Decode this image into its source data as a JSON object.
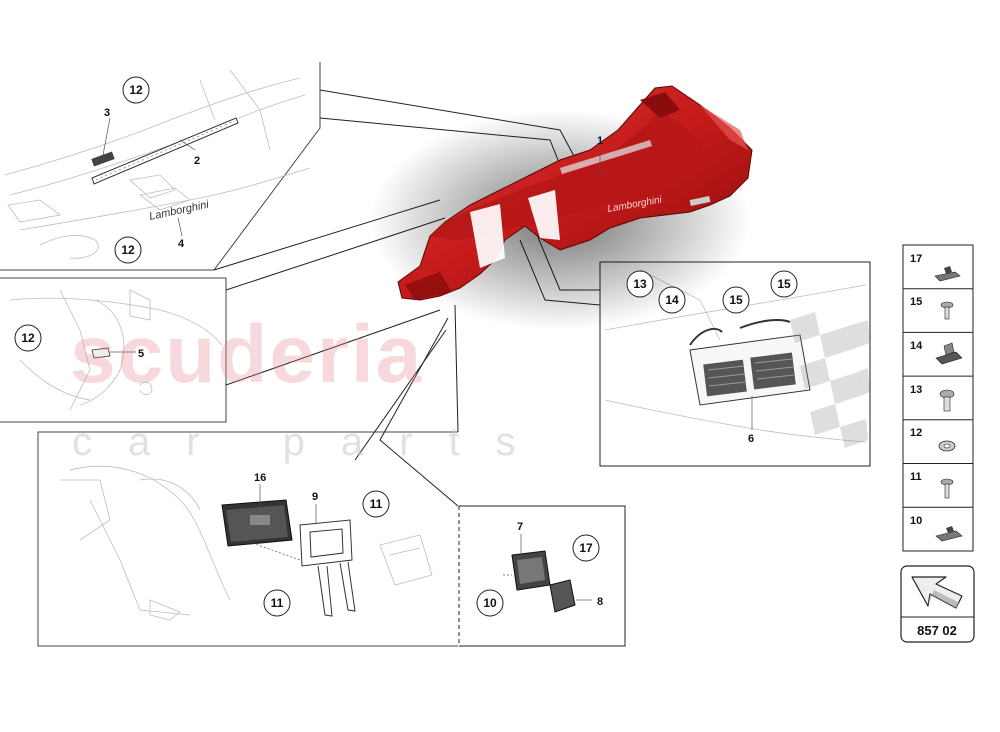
{
  "watermark": {
    "brand": "scuderia",
    "sub": "car parts"
  },
  "callouts": {
    "c1": "12",
    "c2": "12",
    "c3": "12",
    "c4": "13",
    "c5": "14",
    "c6": "15",
    "c7": "15",
    "c8": "11",
    "c9": "11",
    "c10": "17",
    "c11": "10"
  },
  "labels": {
    "l1": "1",
    "l2": "2",
    "l3": "3",
    "l4": "4",
    "l5": "5",
    "l6": "6",
    "l7": "7",
    "l8": "8",
    "l9": "9",
    "l16": "16"
  },
  "badge": "Lamborghini",
  "legend": [
    {
      "num": "17",
      "icon": "clip-17-icon"
    },
    {
      "num": "15",
      "icon": "screw-15-icon"
    },
    {
      "num": "14",
      "icon": "clip-14-icon"
    },
    {
      "num": "13",
      "icon": "screw-13-icon"
    },
    {
      "num": "12",
      "icon": "nut-12-icon"
    },
    {
      "num": "11",
      "icon": "screw-11-icon"
    },
    {
      "num": "10",
      "icon": "clip-10-icon"
    }
  ],
  "catalog_number": "857 02",
  "colors": {
    "part_red": "#c41a1a",
    "part_dark": "#7a0a0a",
    "watermark_pink": "#e98c95"
  }
}
